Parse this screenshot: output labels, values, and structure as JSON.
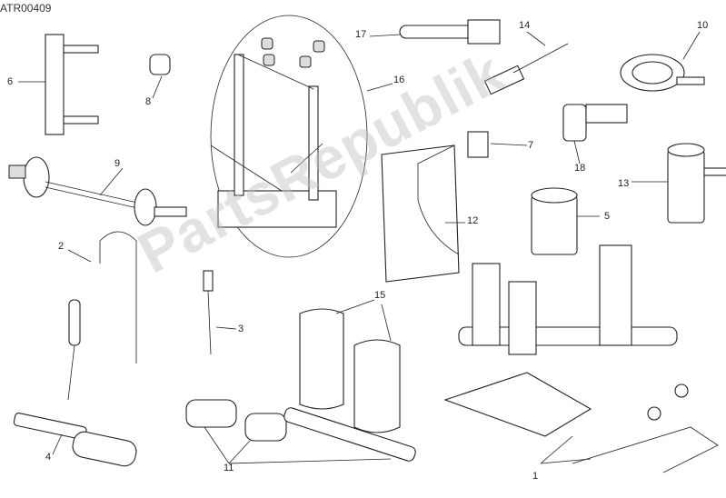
{
  "diagram_code": "ATR00409",
  "watermark": "PartsRepublik",
  "callouts": {
    "c1": "1",
    "c2": "2",
    "c3": "3",
    "c4": "4",
    "c5": "5",
    "c6": "6",
    "c7": "7",
    "c8": "8",
    "c9": "9",
    "c10": "10",
    "c11": "11",
    "c12": "12",
    "c13": "13",
    "c14": "14",
    "c15": "15",
    "c16": "16",
    "c17": "17",
    "c18": "18"
  }
}
